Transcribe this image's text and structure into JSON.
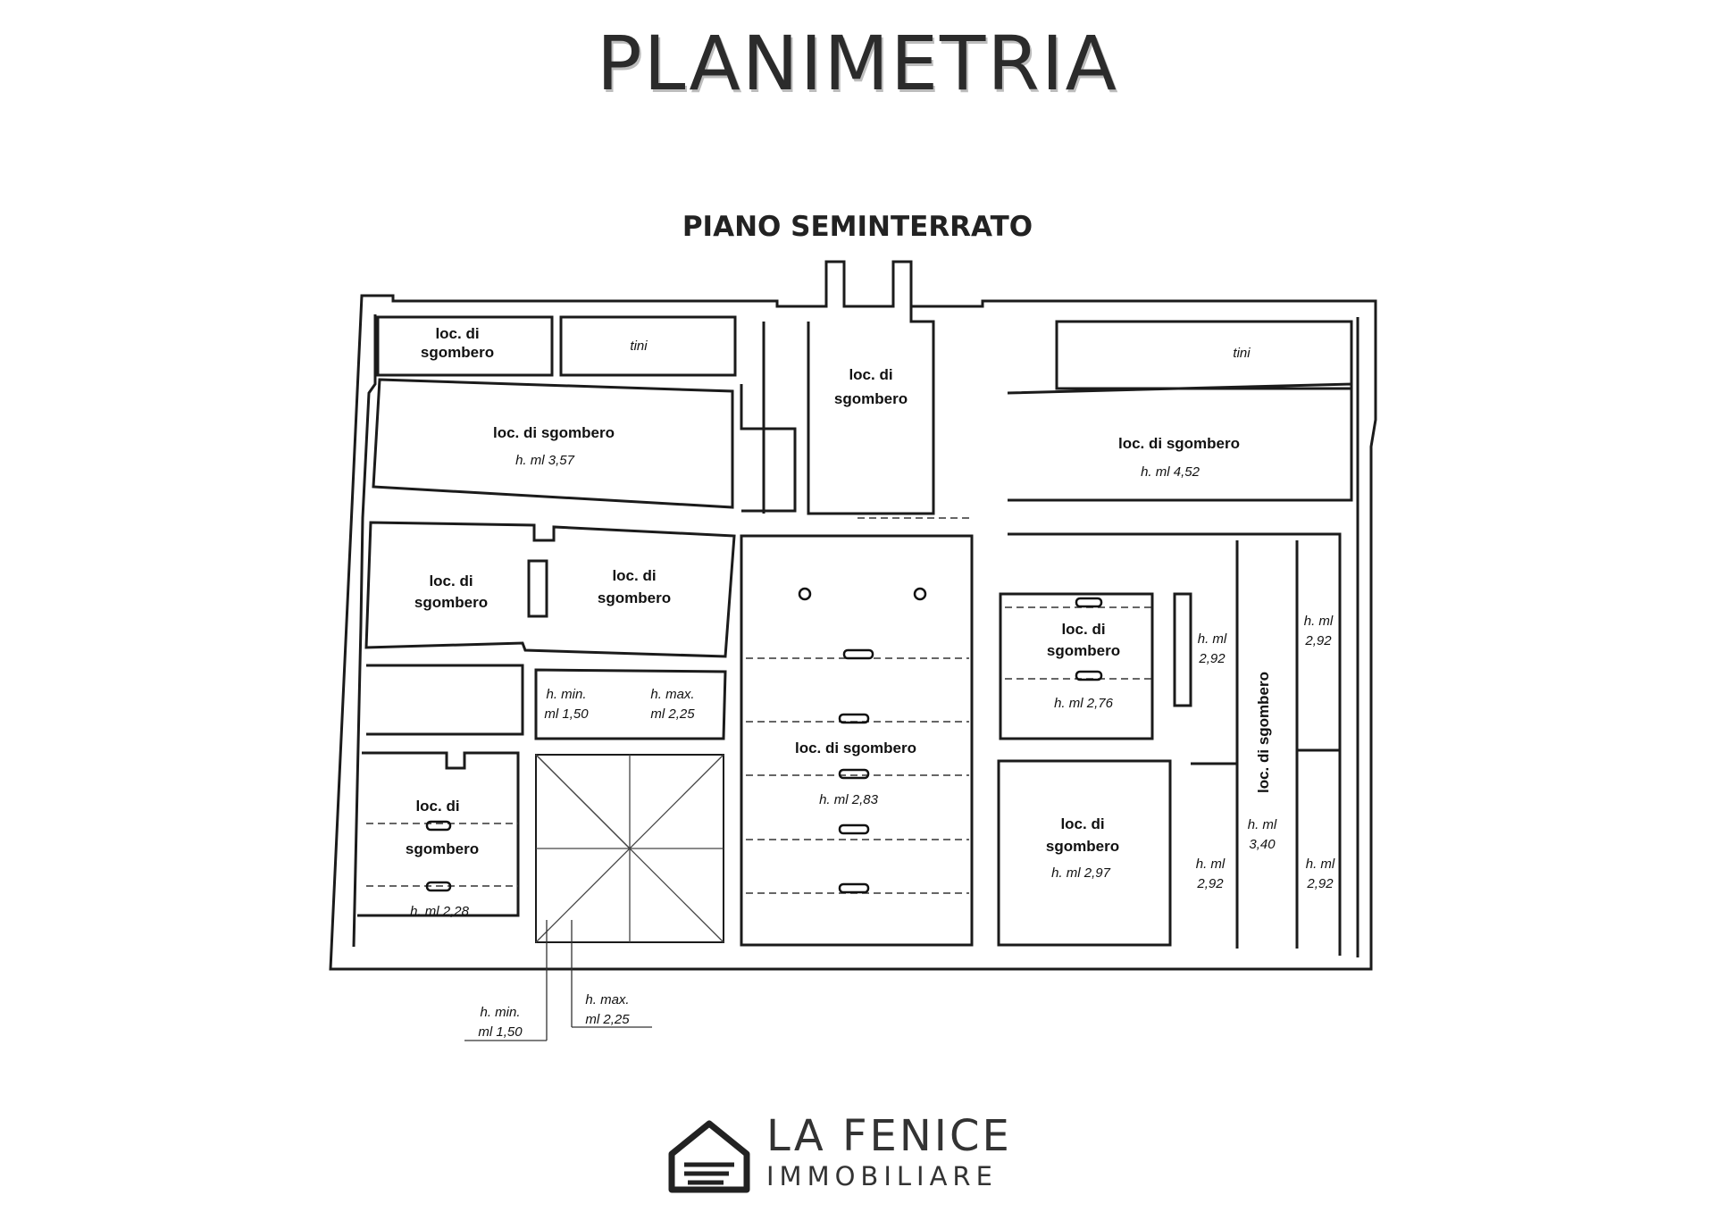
{
  "title": "PLANIMETRIA",
  "floor": "PIANO SEMINTERRATO",
  "labels": {
    "loc_di": "loc. di",
    "sgombero": "sgombero",
    "loc_di_sgombero": "loc. di sgombero",
    "tini": "tini",
    "h_357": "h. ml 3,57",
    "h_452": "h. ml 4,52",
    "h_276": "h. ml 2,76",
    "h_283": "h. ml 2,83",
    "h_228": "h. ml 2,28",
    "h_297": "h. ml 2,97",
    "h_min": "h. min.",
    "h_max": "h. max.",
    "ml_150": "ml 1,50",
    "ml_225": "ml 2,25",
    "h_ml": "h. ml",
    "v_292": "2,92",
    "v_340": "3,40"
  },
  "brand": {
    "line1": "LA FENICE",
    "line2": "IMMOBILIARE"
  }
}
